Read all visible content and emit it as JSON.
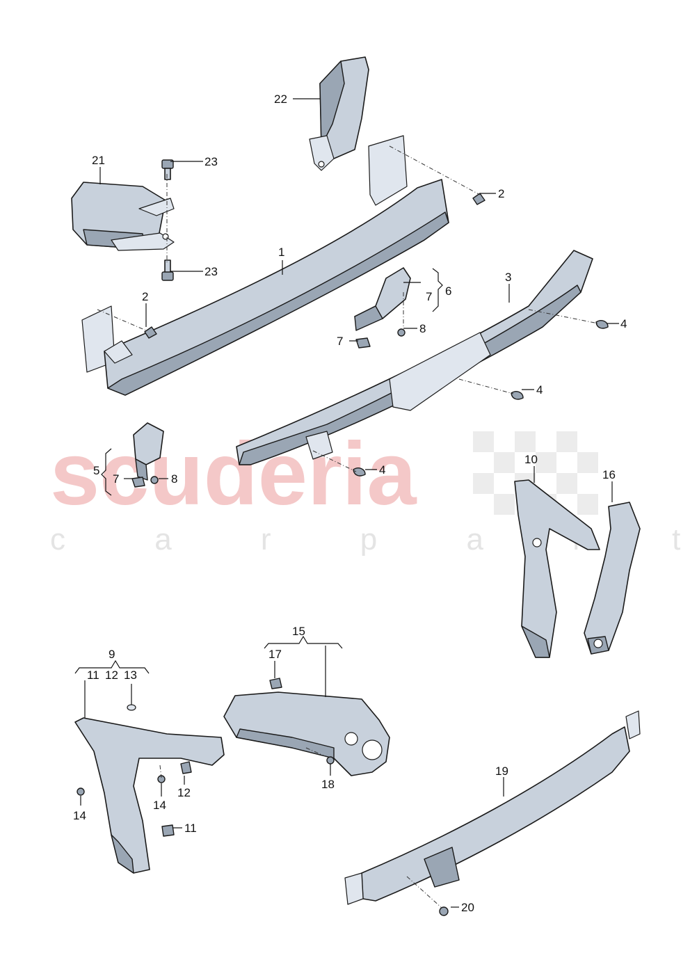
{
  "watermark": {
    "brand": "scuderia",
    "tagline": "c a r  p a r t s"
  },
  "callouts": {
    "n1": "1",
    "n2a": "2",
    "n2b": "2",
    "n3": "3",
    "n4a": "4",
    "n4b": "4",
    "n4c": "4",
    "n5": "5",
    "n6": "6",
    "n7a": "7",
    "n7b": "7",
    "n7c": "7",
    "n8a": "8",
    "n8b": "8",
    "n9": "9",
    "n10": "10",
    "n11a": "11",
    "n11b": "11",
    "n12a": "12",
    "n12b": "12",
    "n13": "13",
    "n14a": "14",
    "n14b": "14",
    "n15": "15",
    "n16": "16",
    "n17": "17",
    "n18": "18",
    "n19": "19",
    "n20": "20",
    "n21": "21",
    "n22": "22",
    "n23a": "23",
    "n23b": "23"
  },
  "colors": {
    "part_fill": "#c8d1dc",
    "part_shadow": "#9aa6b4",
    "outline": "#1a1a1a",
    "watermark_red": "#f4c8c8",
    "watermark_grey": "#e4e4e4"
  }
}
